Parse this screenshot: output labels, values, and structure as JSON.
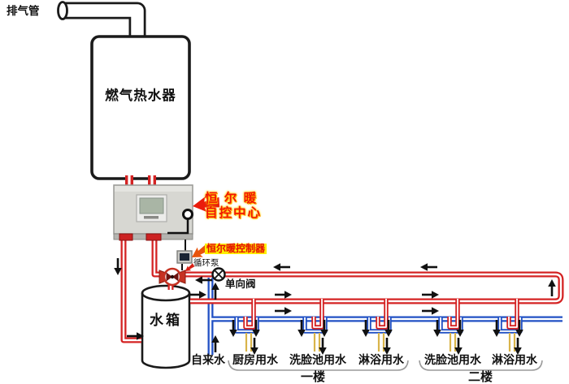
{
  "diagram": {
    "type": "plumbing-schematic",
    "labels": {
      "exhaust_pipe": "排气管",
      "heater": "燃气热水器",
      "control_center_line1": "恒 尔 暖",
      "control_center_line2": "自控中心",
      "controller": "恒尔暖控制器",
      "pump": "循环泵",
      "check_valve": "单向阀",
      "tank": "水箱",
      "tap_water": "自来水"
    },
    "fixtures": [
      {
        "label": "厨房用水"
      },
      {
        "label": "洗脸池用水"
      },
      {
        "label": "淋浴用水"
      },
      {
        "label": "洗脸池用水"
      },
      {
        "label": "淋浴用水"
      }
    ],
    "floors": [
      {
        "label": "一楼"
      },
      {
        "label": "二楼"
      }
    ],
    "colors": {
      "hot_pipe": "#d42323",
      "cold_pipe": "#2150c4",
      "fixture_pipe": "#d9b44a",
      "outline": "#1a1a1a",
      "callout_text": "#f11505",
      "callout_highlight": "#fdf000",
      "callout_arrow": "#ea1c0c",
      "box_gray": "#d7d7d2"
    },
    "icons": {
      "flow_arrow": "black directional flow arrow",
      "callout_arrow_large": "red arrow pointing to control center",
      "callout_arrow_small": "red arrow pointing to controller",
      "callout_arrow_tiny": "red arrow pointing to pump",
      "pump_icon": "circulation pump",
      "check_valve_icon": "one-way valve circle-x"
    }
  }
}
